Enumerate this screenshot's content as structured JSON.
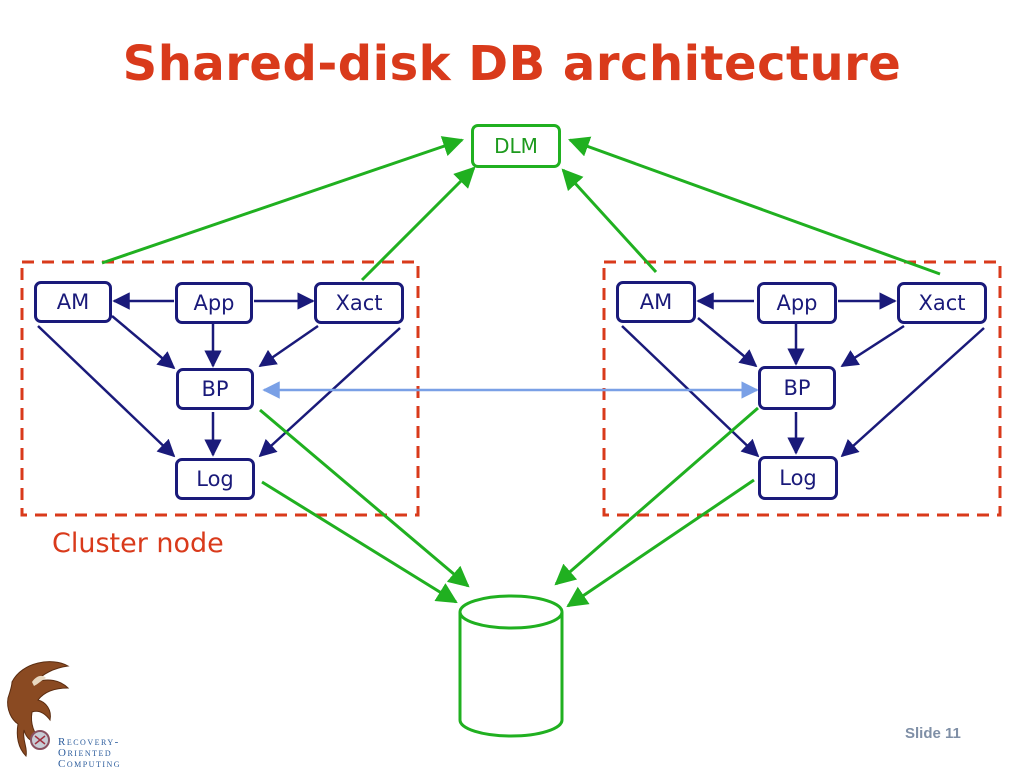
{
  "title": "Shared-disk DB architecture",
  "cluster_label": "Cluster node",
  "slide_number": "Slide 11",
  "dlm_label": "DLM",
  "left_node": {
    "am": "AM",
    "app": "App",
    "xact": "Xact",
    "bp": "BP",
    "log": "Log"
  },
  "right_node": {
    "am": "AM",
    "app": "App",
    "xact": "Xact",
    "bp": "BP",
    "log": "Log"
  },
  "logo": {
    "line1": "Recovery-",
    "line2": "Oriented",
    "line3": "Computing"
  },
  "colors": {
    "title": "#d93a1b",
    "node_border": "#1a1a7a",
    "green": "#20b020",
    "blue_link": "#7aa0e6",
    "cluster_border": "#d93a1b"
  }
}
